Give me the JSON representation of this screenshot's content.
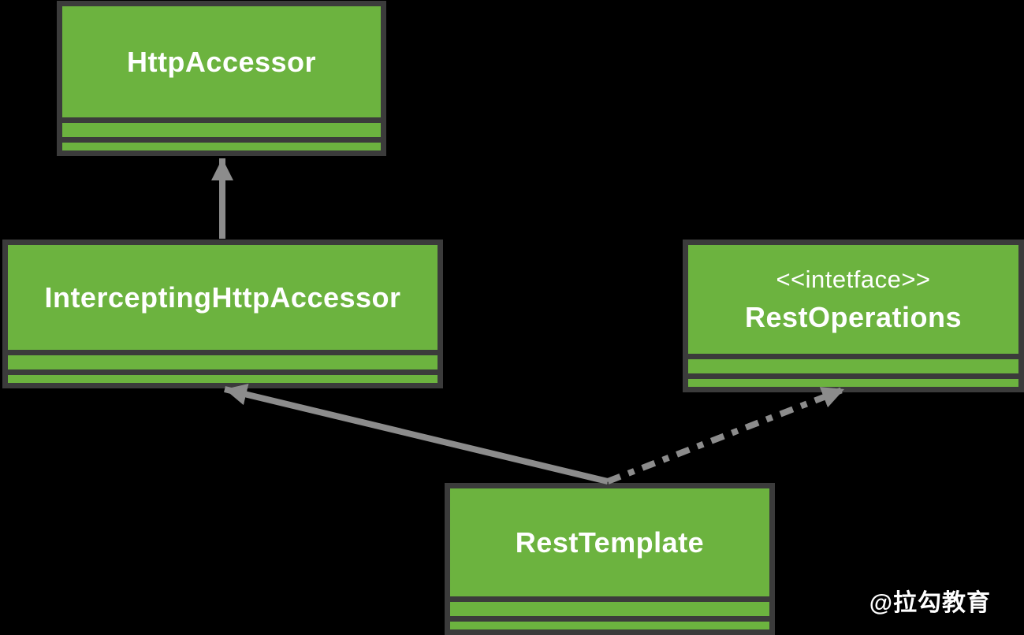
{
  "diagram": {
    "type": "uml-class-diagram",
    "background_color": "#000000",
    "class_fill_color": "#6cb33f",
    "class_border_color": "#3b3b3b",
    "arrow_color": "#8c8c8c",
    "text_color": "#ffffff"
  },
  "classes": {
    "httpAccessor": {
      "name": "HttpAccessor"
    },
    "interceptingHttpAccessor": {
      "name": "InterceptingHttpAccessor"
    },
    "restOperations": {
      "stereotype": "<<intetface>>",
      "name": "RestOperations"
    },
    "restTemplate": {
      "name": "RestTemplate"
    }
  },
  "relations": [
    {
      "from": "InterceptingHttpAccessor",
      "to": "HttpAccessor",
      "type": "generalization",
      "line_style": "solid"
    },
    {
      "from": "RestTemplate",
      "to": "InterceptingHttpAccessor",
      "type": "generalization",
      "line_style": "solid"
    },
    {
      "from": "RestTemplate",
      "to": "RestOperations",
      "type": "realization",
      "line_style": "dash-dot"
    }
  ],
  "watermark": {
    "text": "@拉勾教育"
  }
}
